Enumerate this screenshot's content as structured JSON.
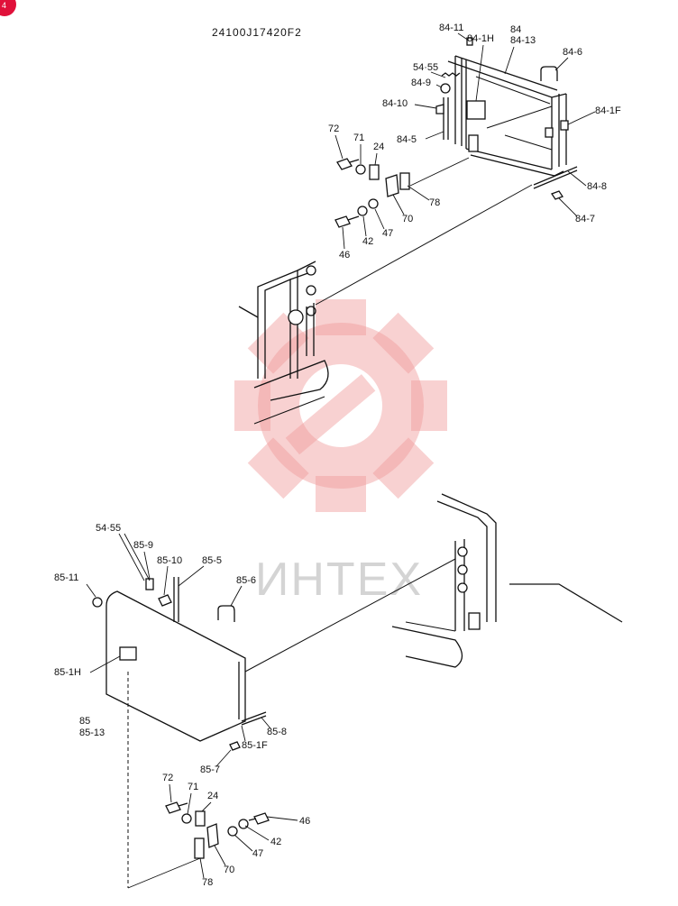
{
  "drawing_code": "24100J17420F2",
  "corner_badge": "4",
  "watermark": {
    "text": "ИНТЕХ",
    "icon": "gear-wrench-icon",
    "color": "#f09a9a"
  },
  "labels": {
    "l84_11": "84-11",
    "l84": "84",
    "l84_13": "84-13",
    "l84_1h": "84-1H",
    "l84_6": "84-6",
    "l54_55_top": "54·55",
    "l84_9": "84-9",
    "l84_10": "84-10",
    "l84_1f": "84-1F",
    "l84_5": "84-5",
    "l72_top": "72",
    "l71_top": "71",
    "l24_top": "24",
    "l78_top": "78",
    "l84_8": "84-8",
    "l84_7": "84-7",
    "l70_top": "70",
    "l42_top": "42",
    "l47_top": "47",
    "l46_top": "46",
    "l54_55_bot": "54·55",
    "l85_9": "85-9",
    "l85_10": "85-10",
    "l85_5": "85-5",
    "l85_11": "85-11",
    "l85_6": "85-6",
    "l85_1h": "85-1H",
    "l85": "85",
    "l85_13": "85-13",
    "l85_8": "85-8",
    "l85_1f": "85-1F",
    "l85_7": "85-7",
    "l72_bot": "72",
    "l71_bot": "71",
    "l24_bot": "24",
    "l46_bot": "46",
    "l42_bot": "42",
    "l47_bot": "47",
    "l70_bot": "70",
    "l78_bot": "78"
  }
}
